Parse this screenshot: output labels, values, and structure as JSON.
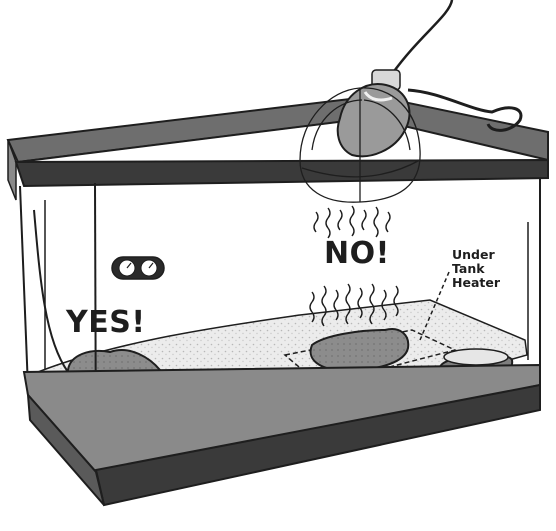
{
  "labels": {
    "yes": "YES!",
    "no": "NO!",
    "heater_line1": "Under",
    "heater_line2": "Tank",
    "heater_line3": "Heater"
  },
  "colors": {
    "frame": "#3a3a3a",
    "frame_side": "#8a8a8a",
    "substrate": "#e9e9e9",
    "rock": "#8c8c8c",
    "lamp_dome": "#9a9a9a",
    "outline": "#1e1e1e"
  },
  "icons": [
    "heat-lamp-icon",
    "thermometer-gauge-icon",
    "iguana-icon",
    "basking-rock-icon",
    "water-dish-icon",
    "heat-wave-icon"
  ]
}
